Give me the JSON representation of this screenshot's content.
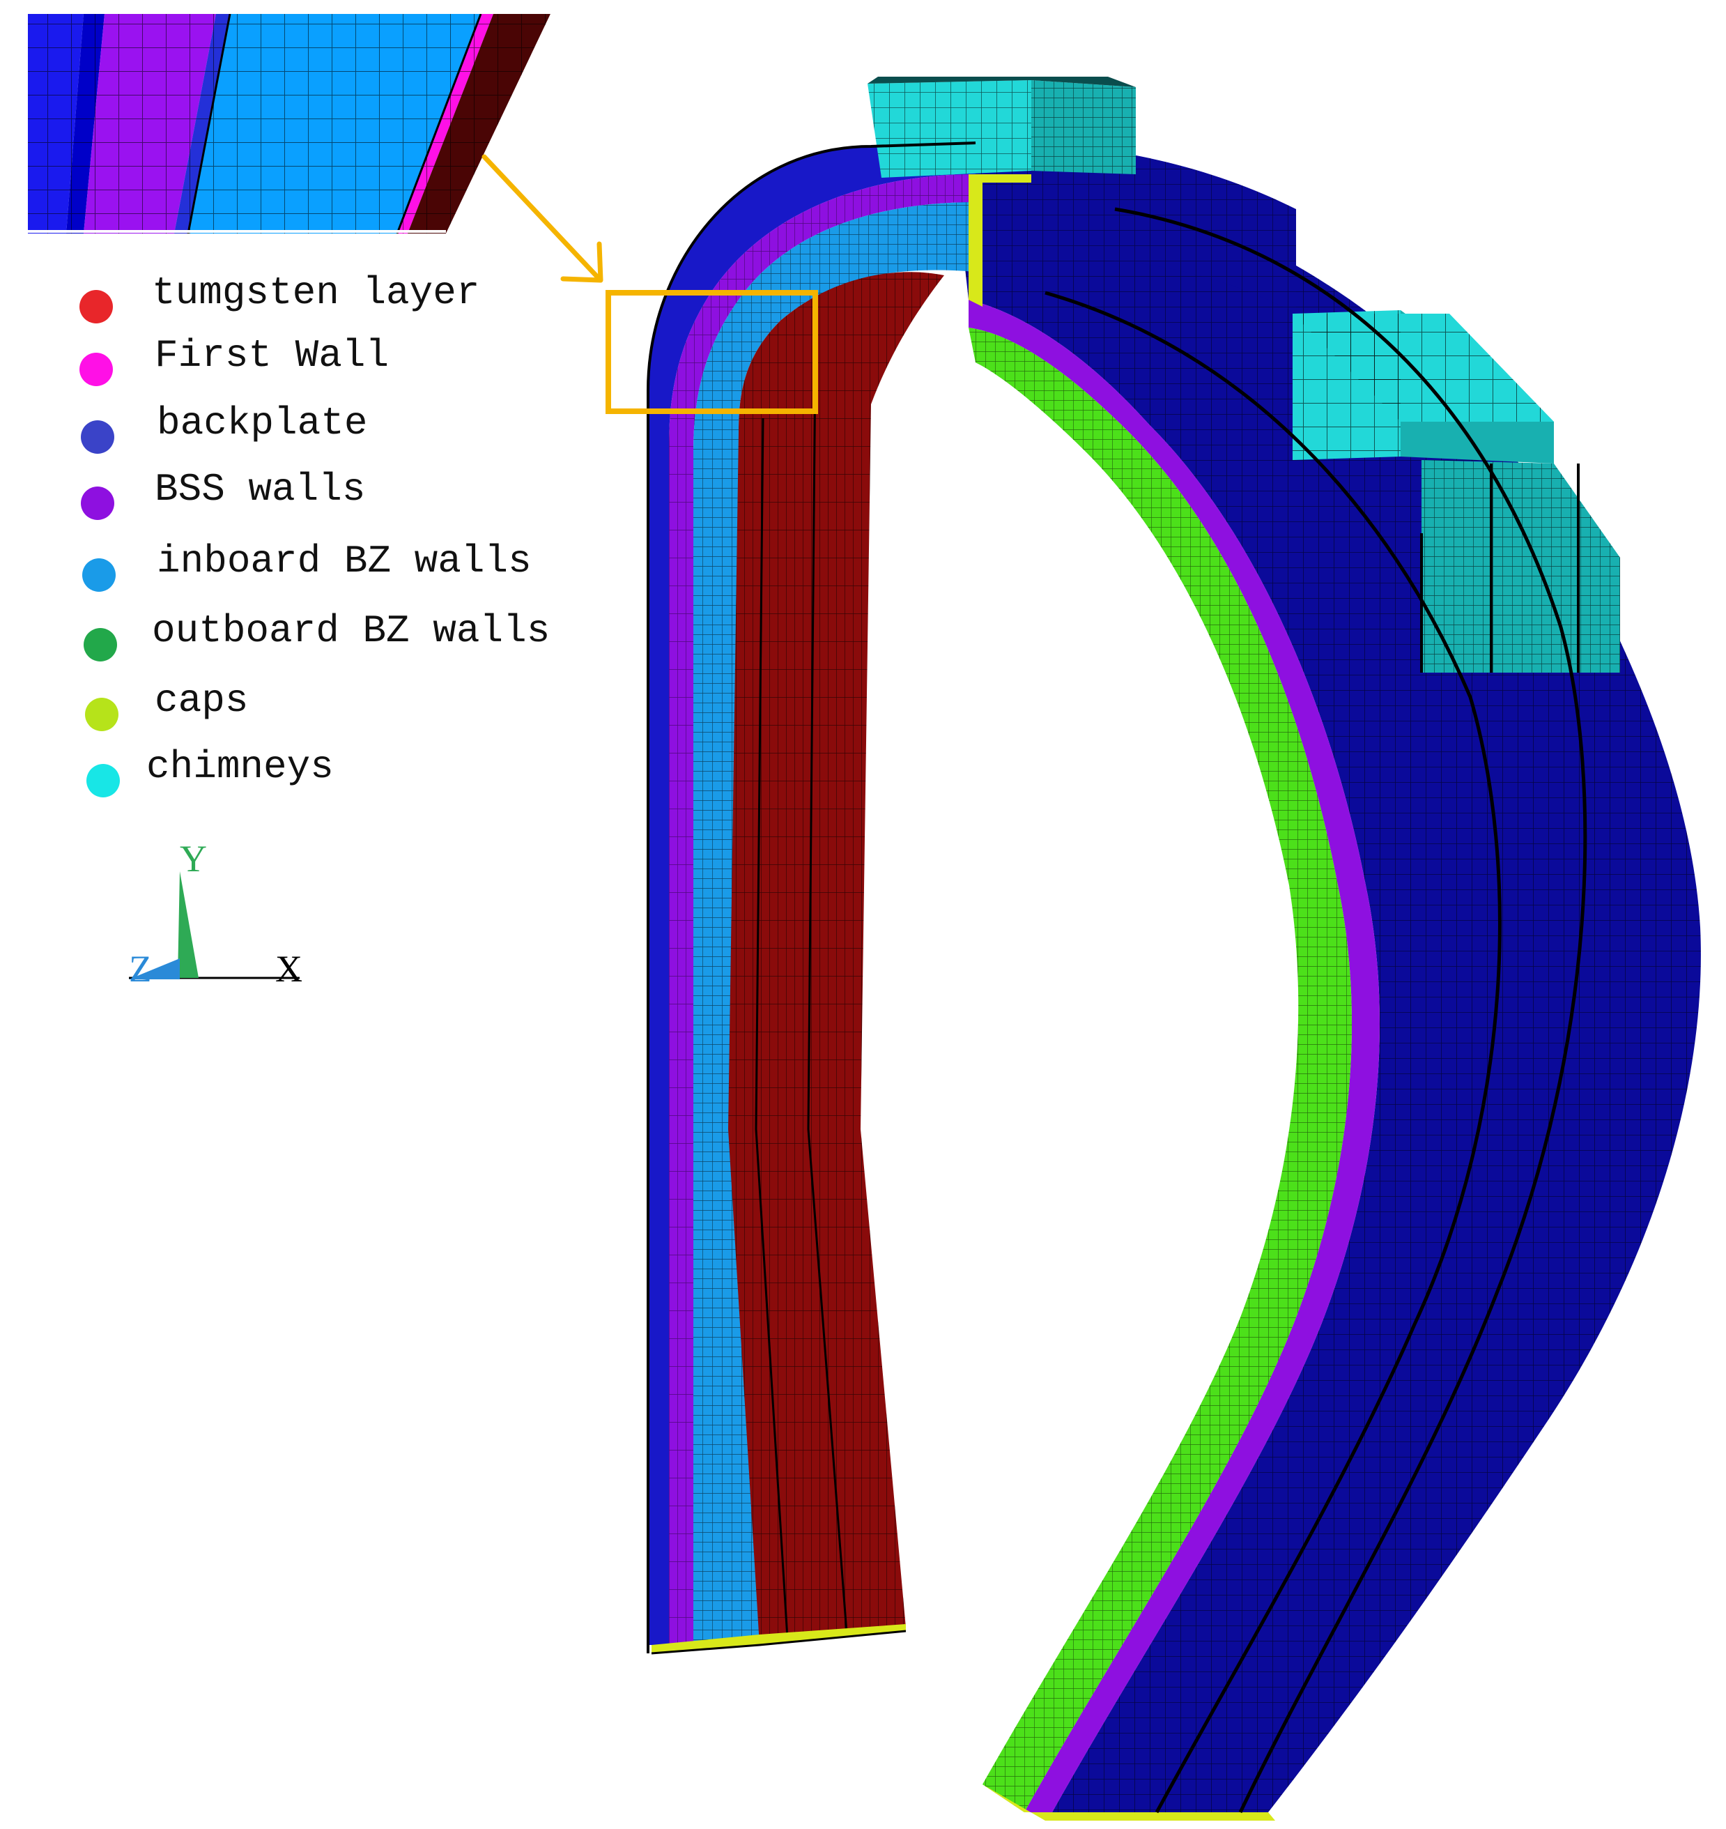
{
  "legend": {
    "items": [
      {
        "label": "tumgsten layer",
        "color": "#e8262a"
      },
      {
        "label": "First Wall",
        "color": "#ff10e6"
      },
      {
        "label": "backplate",
        "color": "#3a43c8"
      },
      {
        "label": "BSS walls",
        "color": "#8e10e0"
      },
      {
        "label": "inboard BZ walls",
        "color": "#1a9be8"
      },
      {
        "label": "outboard BZ walls",
        "color": "#22a84a"
      },
      {
        "label": "caps",
        "color": "#b6e31a"
      },
      {
        "label": "chimneys",
        "color": "#18e6e6"
      }
    ]
  },
  "triad": {
    "y_label": "Y",
    "x_label": "X",
    "z_label": "Z",
    "y_color": "#2eaa55",
    "z_color": "#2a8ad8"
  },
  "colors": {
    "highlight": "#f5b400",
    "tungsten_region": "#8a0b0b",
    "blanket_region": "#0b0a9a",
    "outboard_walls": "#4ce01a",
    "bss": "#8e10e0",
    "inboard_bz": "#1a9be8",
    "chimney": "#22c8c8",
    "caps": "#d8e81a",
    "mesh": "#000000"
  }
}
